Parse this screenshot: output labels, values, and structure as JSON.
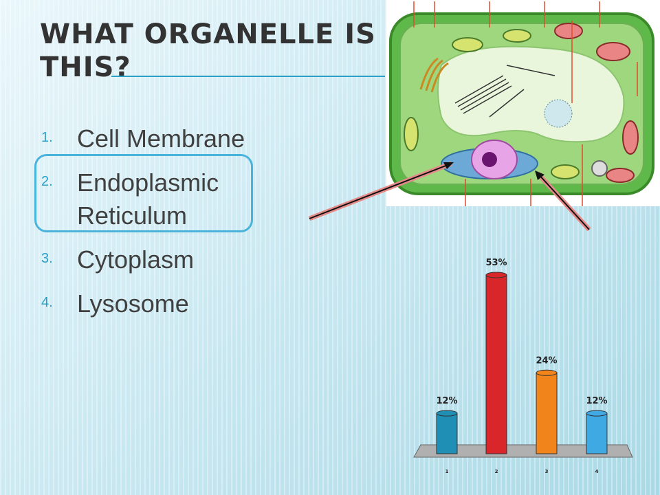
{
  "slide": {
    "title": "What Organelle is this?",
    "choices": [
      {
        "number": "1.",
        "label": "Cell Membrane"
      },
      {
        "number": "2.",
        "label": "Endoplasmic Reticulum"
      },
      {
        "number": "3.",
        "label": "Cytoplasm"
      },
      {
        "number": "4.",
        "label": "Lysosome"
      }
    ],
    "highlighted_choice": 2
  },
  "colors": {
    "accent": "#2aa0c8",
    "text": "#404040",
    "highlight_border": "#4ab3dc"
  },
  "diagram": {
    "description_icon": "plant-cell-diagram",
    "arrows": 2
  },
  "chart_data": {
    "type": "bar",
    "categories": [
      "1",
      "2",
      "3",
      "4"
    ],
    "values": [
      12,
      53,
      24,
      12
    ],
    "value_labels": [
      "12%",
      "53%",
      "24%",
      "12%"
    ],
    "colors": [
      "#1f8fb5",
      "#d9262b",
      "#f2841c",
      "#3fa9e3"
    ],
    "ylim": [
      0,
      60
    ],
    "title": "",
    "xlabel": "",
    "ylabel": ""
  }
}
